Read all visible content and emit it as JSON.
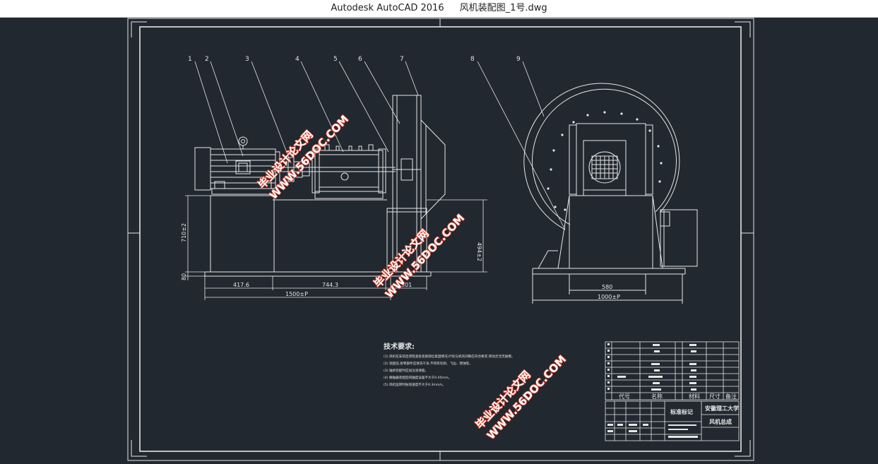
{
  "window": {
    "app_name": "Autodesk AutoCAD 2016",
    "file_name": "风机装配图_1号.dwg"
  },
  "drawing": {
    "part_numbers": [
      "1",
      "2",
      "3",
      "4",
      "5",
      "6",
      "7",
      "8",
      "9"
    ],
    "dimensions": {
      "height_left": "710±2",
      "base_left": "80",
      "seg_1": "417.6",
      "seg_2": "744.3",
      "seg_3": "301",
      "total_left": "1500±P",
      "height_right": "494±2",
      "base_width": "580",
      "total_right": "1000±P"
    },
    "notes": {
      "heading": "技术要求:",
      "lines": [
        "(1) 风机在安装后须检查各连接部位紧固情况,叶轮与机壳间隙应符合要求,转动灵活无碰擦。",
        "(2) 装配前,各零部件应清洗干净,不得有毛刺、飞边、锈蚀等。",
        "(3) 轴承装配时应加注润滑脂。",
        "(4) 联轴器装配后同轴度误差不大于0.05mm。",
        "(5) 风机运转时振动速度不大于6.3mm/s。"
      ]
    },
    "title_block": {
      "col_code": "代号",
      "col_name": "名称",
      "col_material": "材料",
      "col_size": "尺寸",
      "col_remark": "备注",
      "marking": "标准标记",
      "school": "安徽理工大学",
      "drawing_title": "风机总成"
    },
    "watermark": {
      "line1": "毕业设计论文网",
      "line2": "WWW.56DOC.COM"
    },
    "colors": {
      "line": "#e6e6e6",
      "watermark": "#e0402a",
      "background": "#212830"
    }
  }
}
